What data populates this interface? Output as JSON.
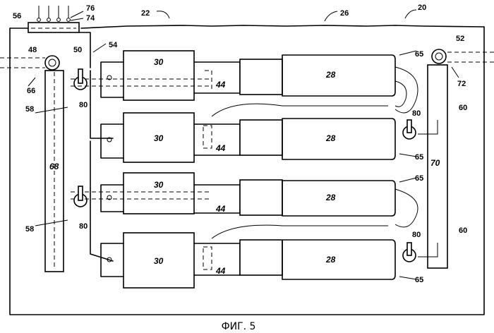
{
  "labels": {
    "l56": "56",
    "l76": "76",
    "l74": "74",
    "l48": "48",
    "l50": "50",
    "l54": "54",
    "l22": "22",
    "l26": "26",
    "l20": "20",
    "l52": "52",
    "l66": "66",
    "l72": "72",
    "l58a": "58",
    "l58b": "58",
    "l80a": "80",
    "l80b": "80",
    "l80c": "80",
    "l80d": "80",
    "l68": "68",
    "l70": "70",
    "l60a": "60",
    "l60b": "60",
    "l65a": "65",
    "l65b": "65",
    "l65c": "65",
    "l65d": "65",
    "l30a": "30",
    "l30b": "30",
    "l30c": "30",
    "l30d": "30",
    "l28a": "28",
    "l28b": "28",
    "l28c": "28",
    "l28d": "28",
    "l44a": "44",
    "l44b": "44",
    "l44c": "44",
    "l44d": "44"
  },
  "caption": "ФИГ. 5"
}
